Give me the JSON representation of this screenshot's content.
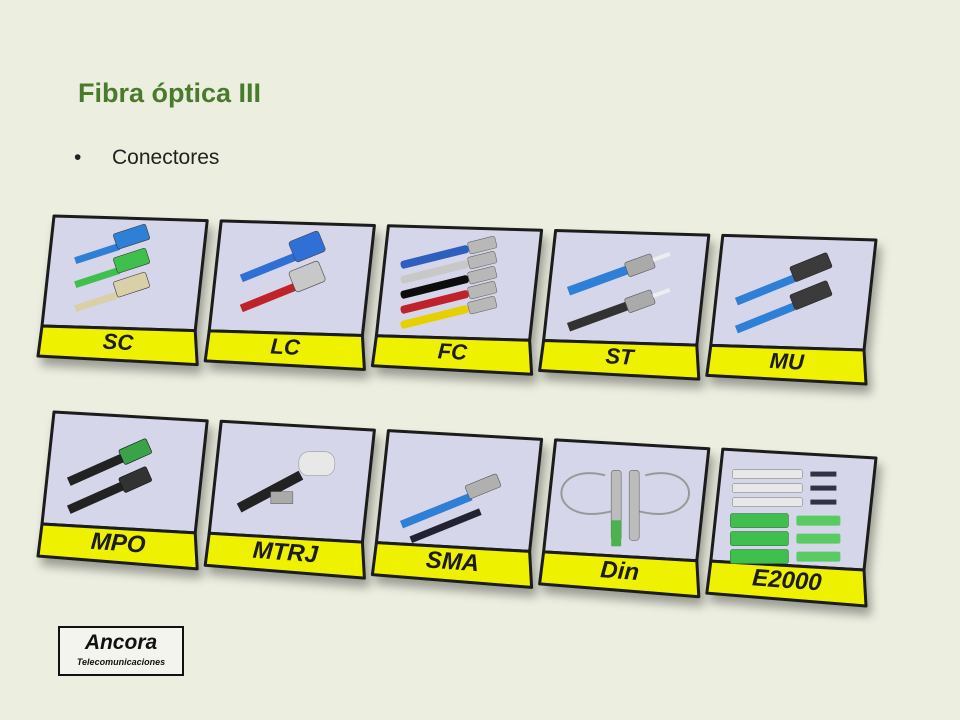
{
  "slide": {
    "title": "Fibra óptica III",
    "bullet": "Conectores"
  },
  "connectors": {
    "row1": [
      {
        "label": "SC",
        "icon": "sc-connector-icon"
      },
      {
        "label": "LC",
        "icon": "lc-connector-icon"
      },
      {
        "label": "FC",
        "icon": "fc-connector-icon"
      },
      {
        "label": "ST",
        "icon": "st-connector-icon"
      },
      {
        "label": "MU",
        "icon": "mu-connector-icon"
      }
    ],
    "row2": [
      {
        "label": "MPO",
        "icon": "mpo-connector-icon"
      },
      {
        "label": "MTRJ",
        "icon": "mtrj-connector-icon"
      },
      {
        "label": "SMA",
        "icon": "sma-connector-icon"
      },
      {
        "label": "Din",
        "icon": "din-connector-icon"
      },
      {
        "label": "E2000",
        "icon": "e2000-connector-icon"
      }
    ]
  },
  "logo": {
    "name": "Ancora",
    "subtitle": "Telecomunicaciones"
  },
  "colors": {
    "title": "#4a7a2c",
    "label_band": "#eef200",
    "photo_bg": "#d6d6ea",
    "background": "#eceee0"
  }
}
